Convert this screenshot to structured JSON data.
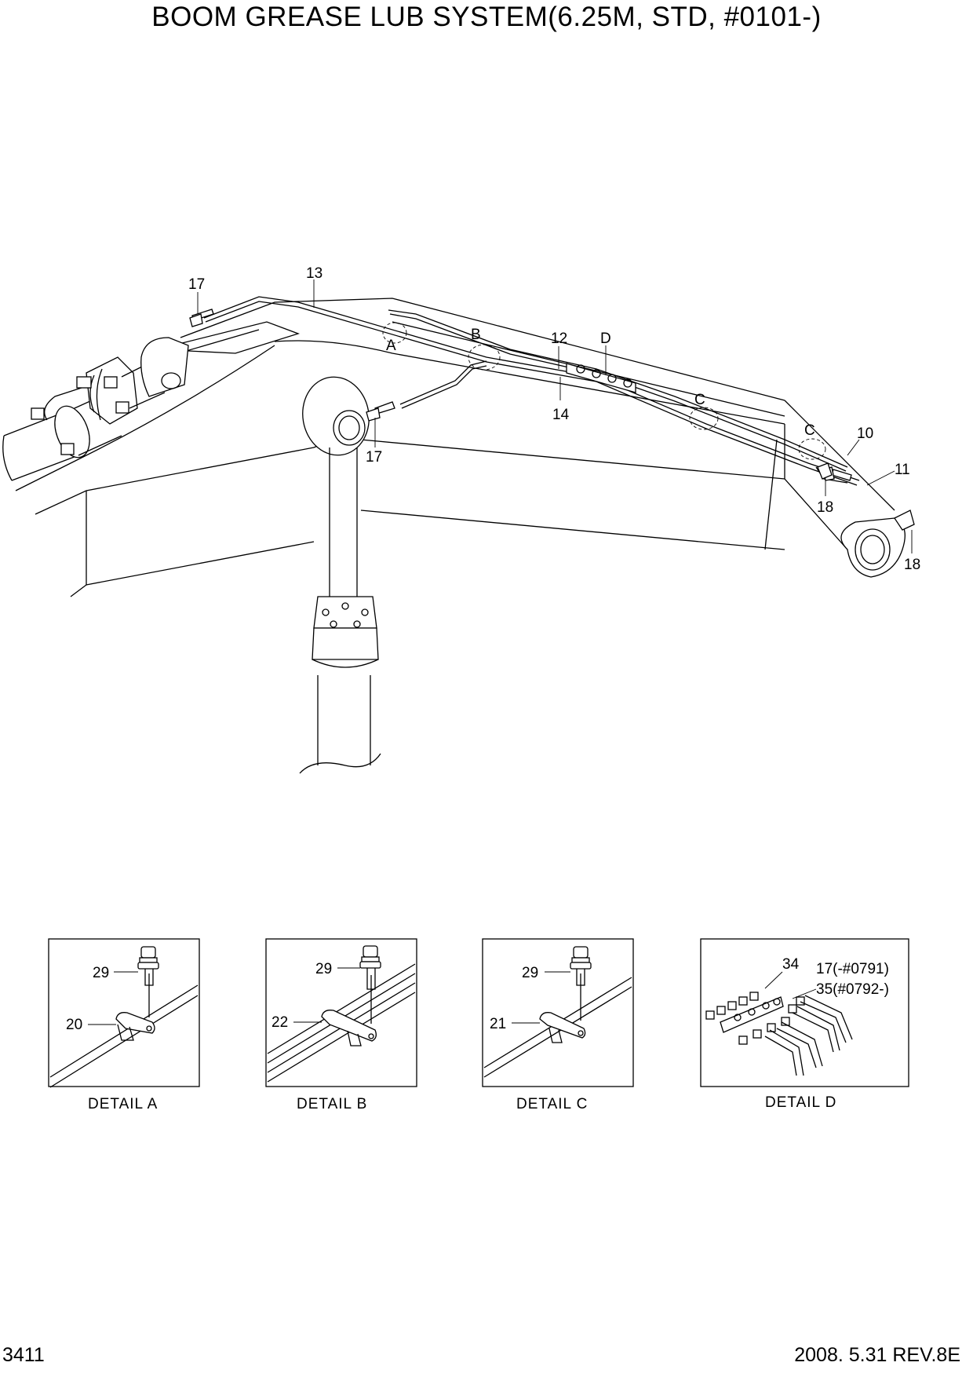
{
  "title": "BOOM GREASE LUB SYSTEM(6.25M, STD, #0101-)",
  "page_number": "3411",
  "revision": "2008. 5.31  REV.8E",
  "callouts": {
    "c17a": "17",
    "c13": "13",
    "cA": "A",
    "cB": "B",
    "c12": "12",
    "cD": "D",
    "c14": "14",
    "c17b": "17",
    "cC1": "C",
    "cC2": "C",
    "c10": "10",
    "c11": "11",
    "c18a": "18",
    "c18b": "18"
  },
  "details": [
    {
      "caption": "DETAIL  A",
      "labels": [
        "29",
        "20"
      ]
    },
    {
      "caption": "DETAIL  B",
      "labels": [
        "29",
        "22"
      ]
    },
    {
      "caption": "DETAIL  C",
      "labels": [
        "29",
        "21"
      ]
    },
    {
      "caption": "DETAIL  D",
      "labels": [
        "34",
        "17(-#0791)",
        "35(#0792-)"
      ]
    }
  ]
}
